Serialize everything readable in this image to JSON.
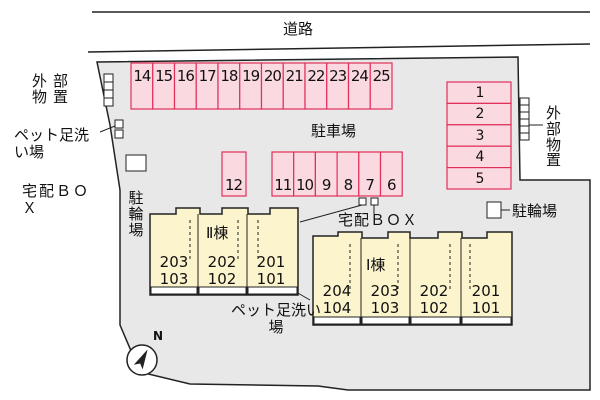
{
  "road_label": "道路",
  "parking_label": "駐車場",
  "parking_top": [
    "14",
    "15",
    "16",
    "17",
    "18",
    "19",
    "20",
    "21",
    "22",
    "23",
    "24",
    "25"
  ],
  "parking_mid_left": "12",
  "parking_mid_right": [
    "11",
    "10",
    "9",
    "8",
    "7",
    "6"
  ],
  "parking_right": [
    "1",
    "2",
    "3",
    "4",
    "5"
  ],
  "storage_left": "外部物置",
  "storage_right": "外部物置",
  "pet_wash_left": "ペット足洗い場",
  "pet_wash_center": "ペット足洗い場",
  "delivery_box_left": "宅配ＢＯＸ",
  "delivery_box_center": "宅配ＢＯＸ",
  "bicycle_left": "駐輪場",
  "bicycle_right": "駐輪場",
  "building_ii": {
    "name": "Ⅱ棟",
    "units": [
      {
        "upper": "203",
        "lower": "103"
      },
      {
        "upper": "202",
        "lower": "102"
      },
      {
        "upper": "201",
        "lower": "101"
      }
    ]
  },
  "building_i": {
    "name": "Ⅰ棟",
    "units": [
      {
        "upper": "204",
        "lower": "104"
      },
      {
        "upper": "203",
        "lower": "103"
      },
      {
        "upper": "202",
        "lower": "102"
      },
      {
        "upper": "201",
        "lower": "101"
      }
    ]
  },
  "compass_letter": "N",
  "colors": {
    "site": "#e8e8e8",
    "parking_fill": "#fbd9e1",
    "parking_stroke": "#e0305a",
    "building_fill": "#fbf4cc",
    "outline": "#222222"
  }
}
